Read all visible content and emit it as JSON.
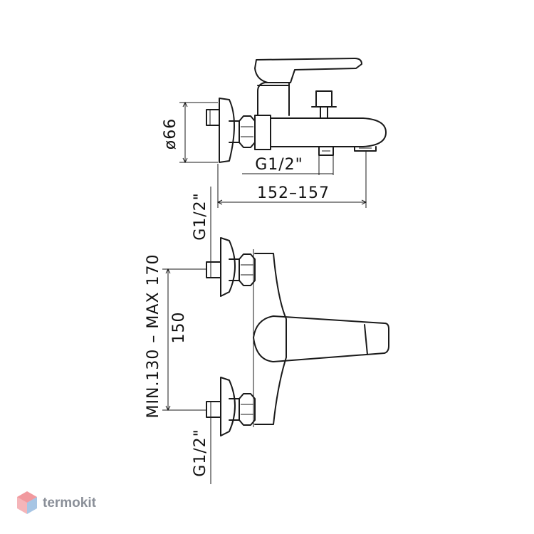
{
  "dimensions": {
    "diameter": "ø66",
    "outlet_thread": "G1/2\"",
    "projection": "152–157",
    "inlet_thread_top": "G1/2\"",
    "inlet_thread_bottom": "G1/2\"",
    "center_distance": "150",
    "center_range": "MIN.130 – MAX 170"
  },
  "watermark": {
    "text": "termokit",
    "colors": {
      "logo_red": "#e5464f",
      "logo_blue": "#3b7fc4",
      "text": "#8a8f98"
    }
  }
}
